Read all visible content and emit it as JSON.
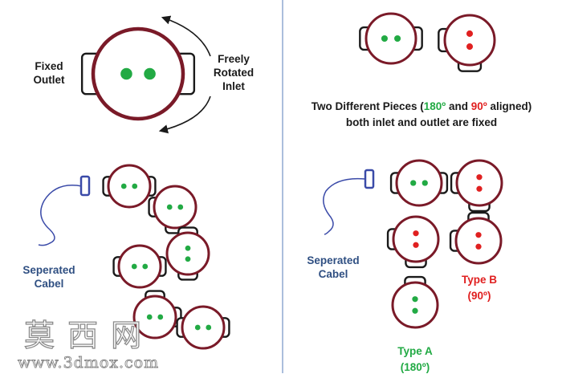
{
  "labels": {
    "fixed_outlet": [
      "Fixed",
      "Outlet"
    ],
    "freely_rotated_inlet": [
      "Freely",
      "Rotated",
      "Inlet"
    ],
    "two_pieces": {
      "prefix": "Two Different Pieces (",
      "deg180": "180º",
      "and": " and ",
      "deg90": "90º",
      "suffix": " aligned)",
      "line2": "both inlet and outlet are fixed"
    },
    "separated_cable_left": [
      "Seperated",
      "Cabel"
    ],
    "separated_cable_right": [
      "Seperated",
      "Cabel"
    ],
    "type_b": [
      "Type B",
      "(90º)"
    ],
    "type_a": [
      "Type A",
      "(180º)"
    ]
  },
  "watermark": {
    "chars": "莫 西 网",
    "url": "www.3dmox.com"
  },
  "colors": {
    "ring": "#7a1a28",
    "handle": "#1a1a1a",
    "dot_green": "#22aa44",
    "dot_red": "#e02020",
    "cable": "#3a4aa8",
    "divider": "#8fa8d0"
  }
}
